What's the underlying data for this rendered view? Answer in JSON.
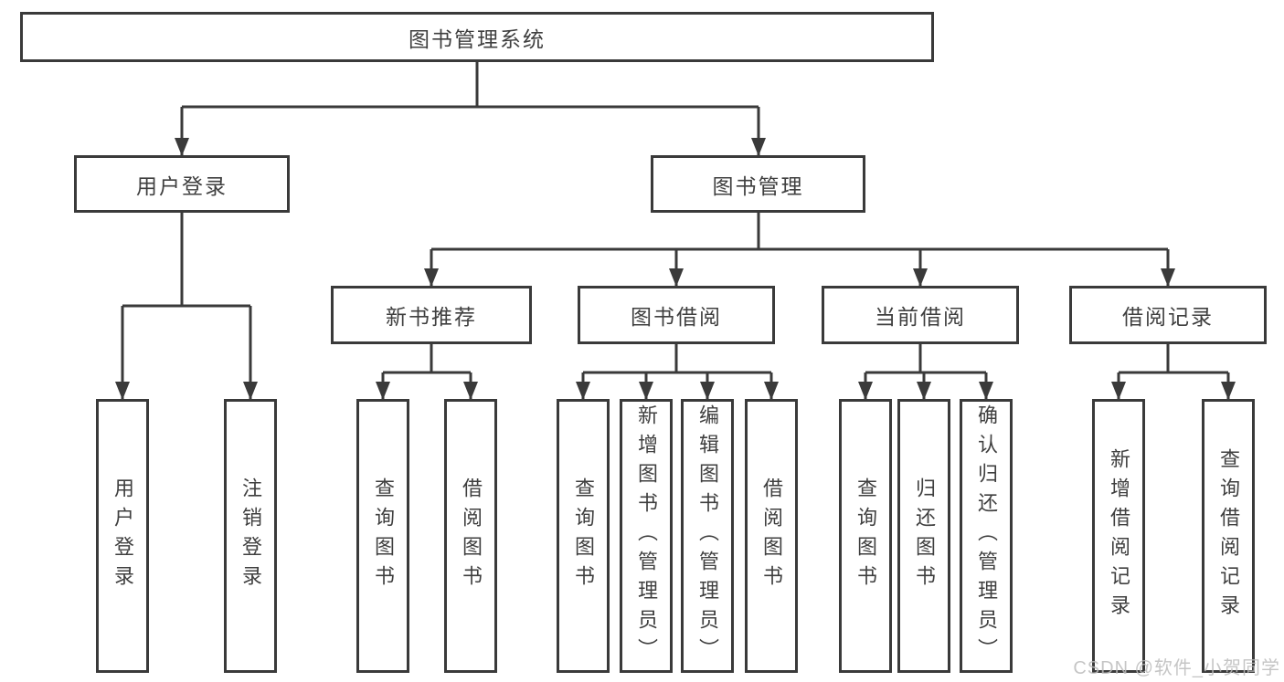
{
  "colors": {
    "background": "#ffffff",
    "line": "#3a3a3a",
    "text": "#3f3f3f",
    "watermark": "#bcbcbc"
  },
  "tree": {
    "label": "图书管理系统",
    "children": [
      {
        "label": "用户登录",
        "children": [
          {
            "label": "用户登录"
          },
          {
            "label": "注销登录"
          }
        ]
      },
      {
        "label": "图书管理",
        "children": [
          {
            "label": "新书推荐",
            "children": [
              {
                "label": "查询图书"
              },
              {
                "label": "借阅图书"
              }
            ]
          },
          {
            "label": "图书借阅",
            "children": [
              {
                "label": "查询图书"
              },
              {
                "label": "新增图书（管理员）"
              },
              {
                "label": "编辑图书（管理员）"
              },
              {
                "label": "借阅图书"
              }
            ]
          },
          {
            "label": "当前借阅",
            "children": [
              {
                "label": "查询图书"
              },
              {
                "label": "归还图书"
              },
              {
                "label": "确认归还（管理员）"
              }
            ]
          },
          {
            "label": "借阅记录",
            "children": [
              {
                "label": "新增借阅记录"
              },
              {
                "label": "查询借阅记录"
              }
            ]
          }
        ]
      }
    ]
  },
  "watermark": {
    "text": "CSDN @软件_小贺同学"
  }
}
